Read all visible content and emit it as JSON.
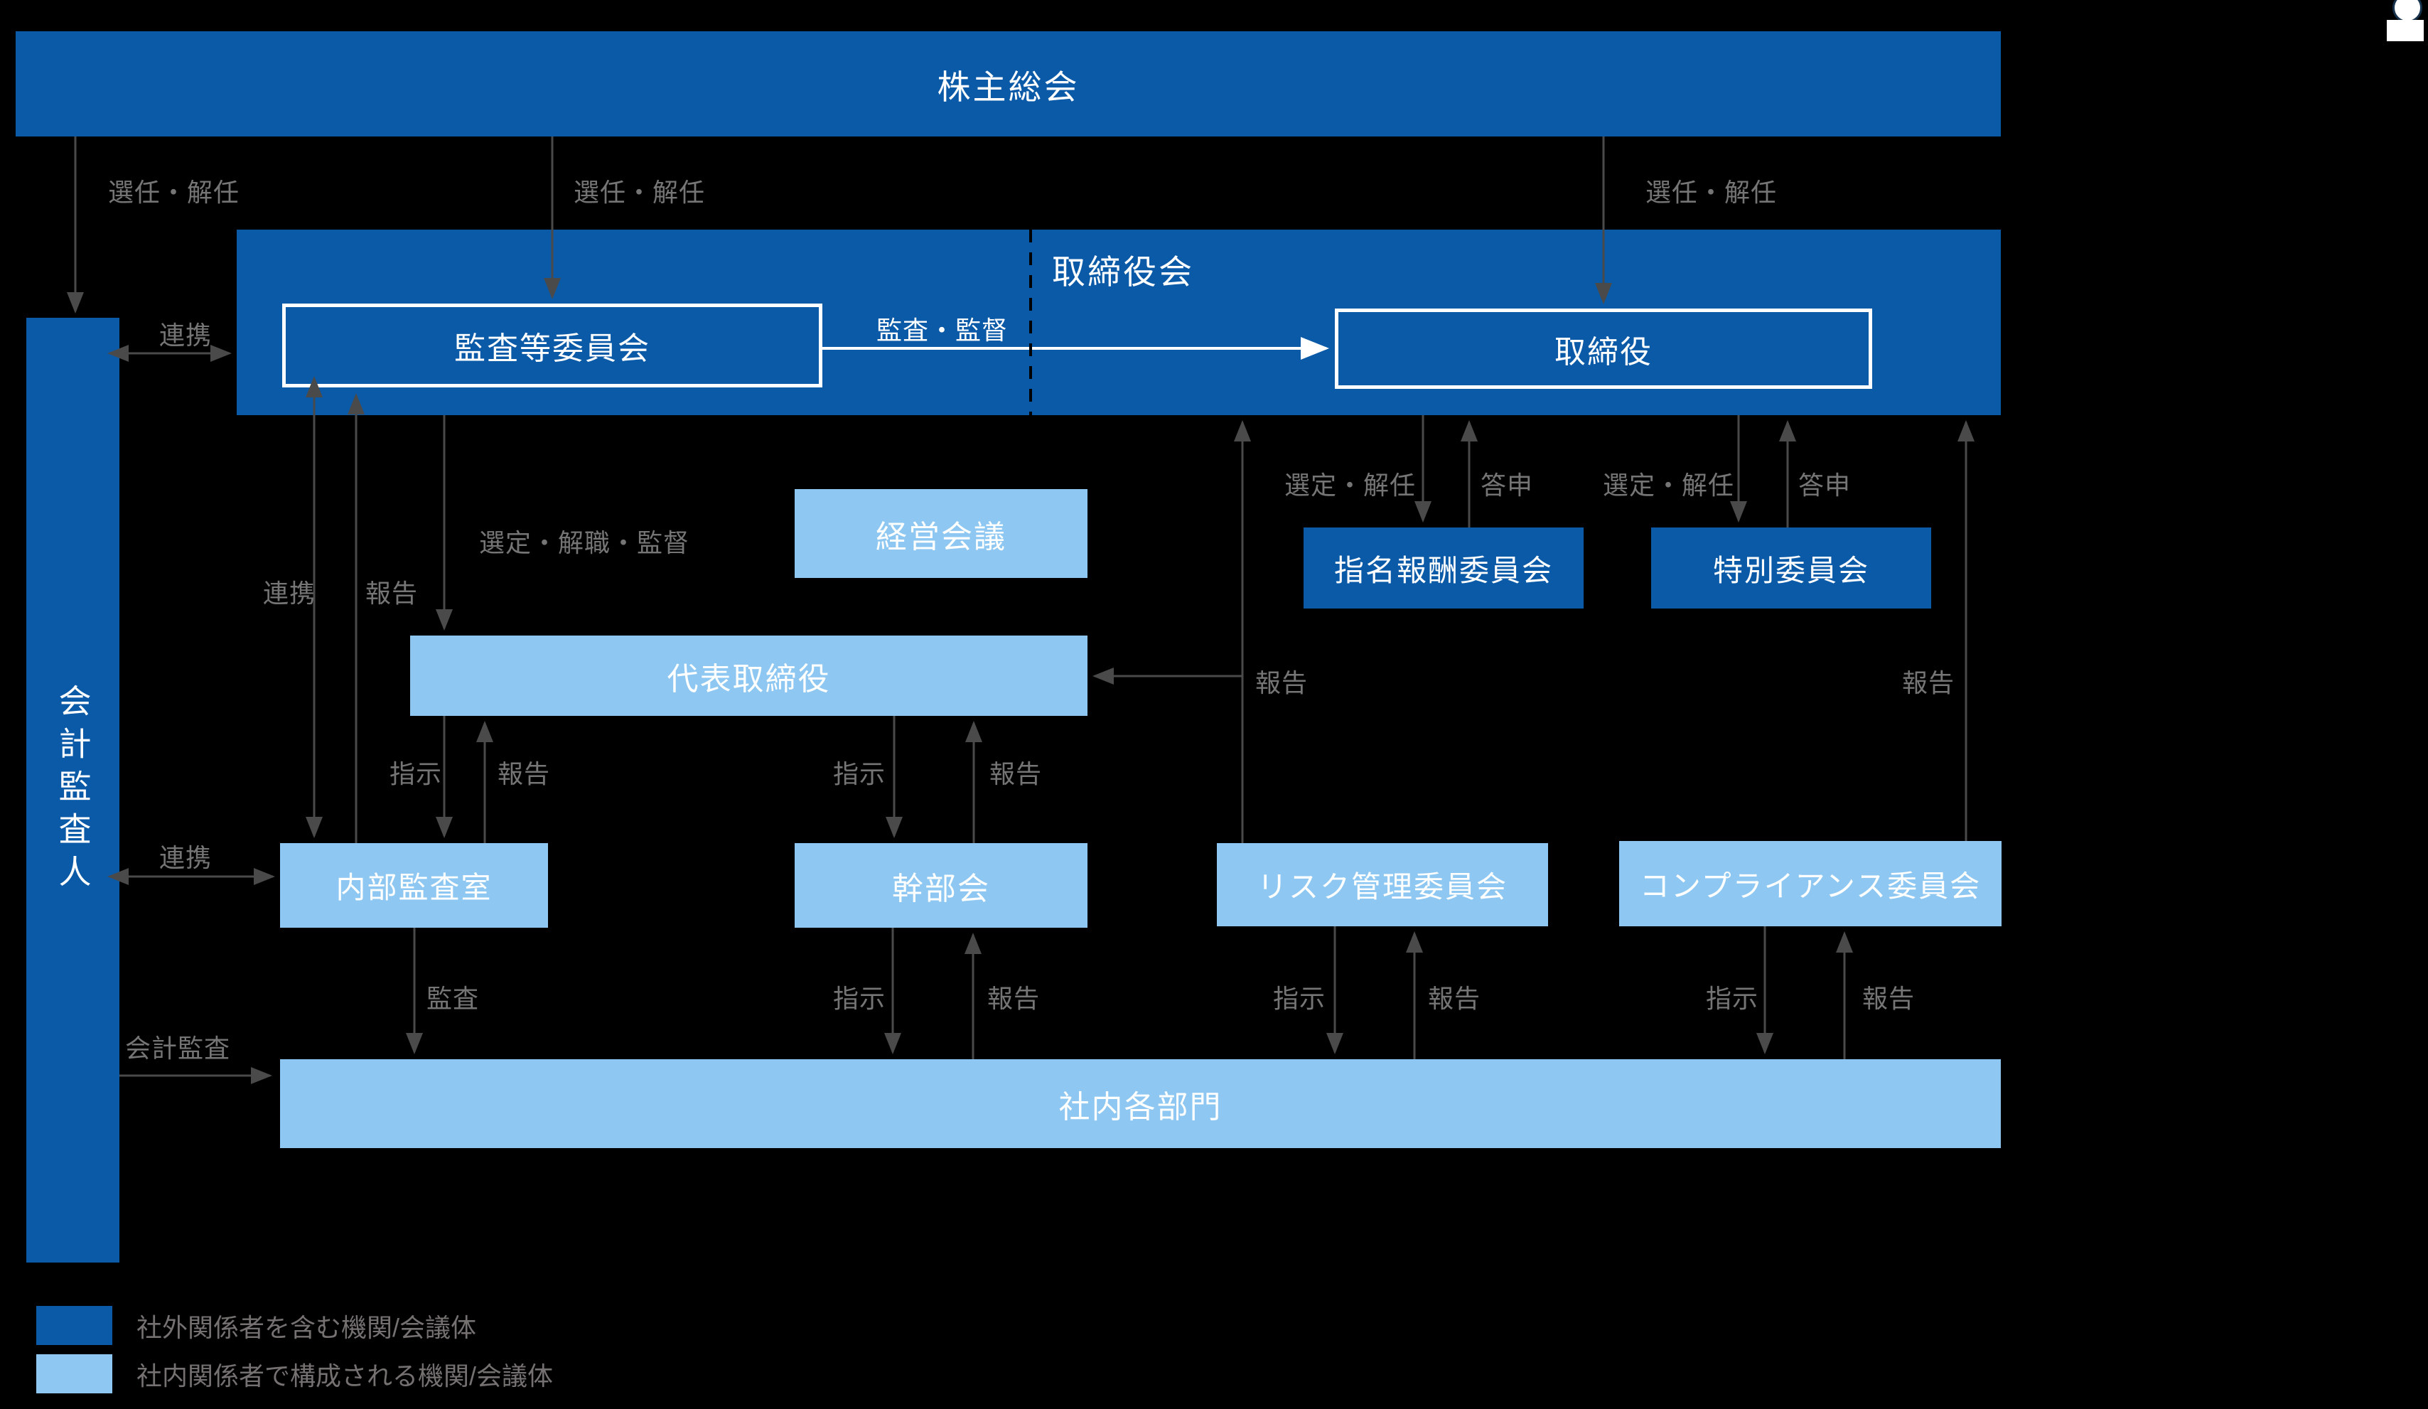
{
  "nodes": {
    "shareholders": "株主総会",
    "accounting_auditor": "会計監査人",
    "board": "取締役会",
    "audit_committee": "監査等委員会",
    "directors": "取締役",
    "management_meeting": "経営会議",
    "nomination_compensation_committee": "指名報酬委員会",
    "special_committee": "特別委員会",
    "representative_director": "代表取締役",
    "internal_audit_office": "内部監査室",
    "executive_meeting": "幹部会",
    "risk_management_committee": "リスク管理委員会",
    "compliance_committee": "コンプライアンス委員会",
    "internal_departments": "社内各部門"
  },
  "edge_labels": {
    "appoint_dismiss": "選任・解任",
    "cooperation": "連携",
    "audit_supervision": "監査・監督",
    "select_dismiss": "選定・解任",
    "report_back": "答申",
    "select_discharge_supervise": "選定・解職・監督",
    "report": "報告",
    "instruction": "指示",
    "audit": "監査",
    "accounting_audit": "会計監査"
  },
  "legend": {
    "items": [
      {
        "label": "社外関係者を含む機関/会議体",
        "color": "#0B5AA8"
      },
      {
        "label": "社内関係者で構成される機関/会議体",
        "color": "#8EC8F2"
      }
    ]
  },
  "icons": {
    "presence_avatar": "user-presence-icon"
  },
  "colors": {
    "background": "#000000",
    "dark_blue": "#0B5AA8",
    "light_blue": "#8EC8F2",
    "label_gray": "#757575",
    "line_gray": "#4A4A4A",
    "white": "#FFFFFF"
  }
}
